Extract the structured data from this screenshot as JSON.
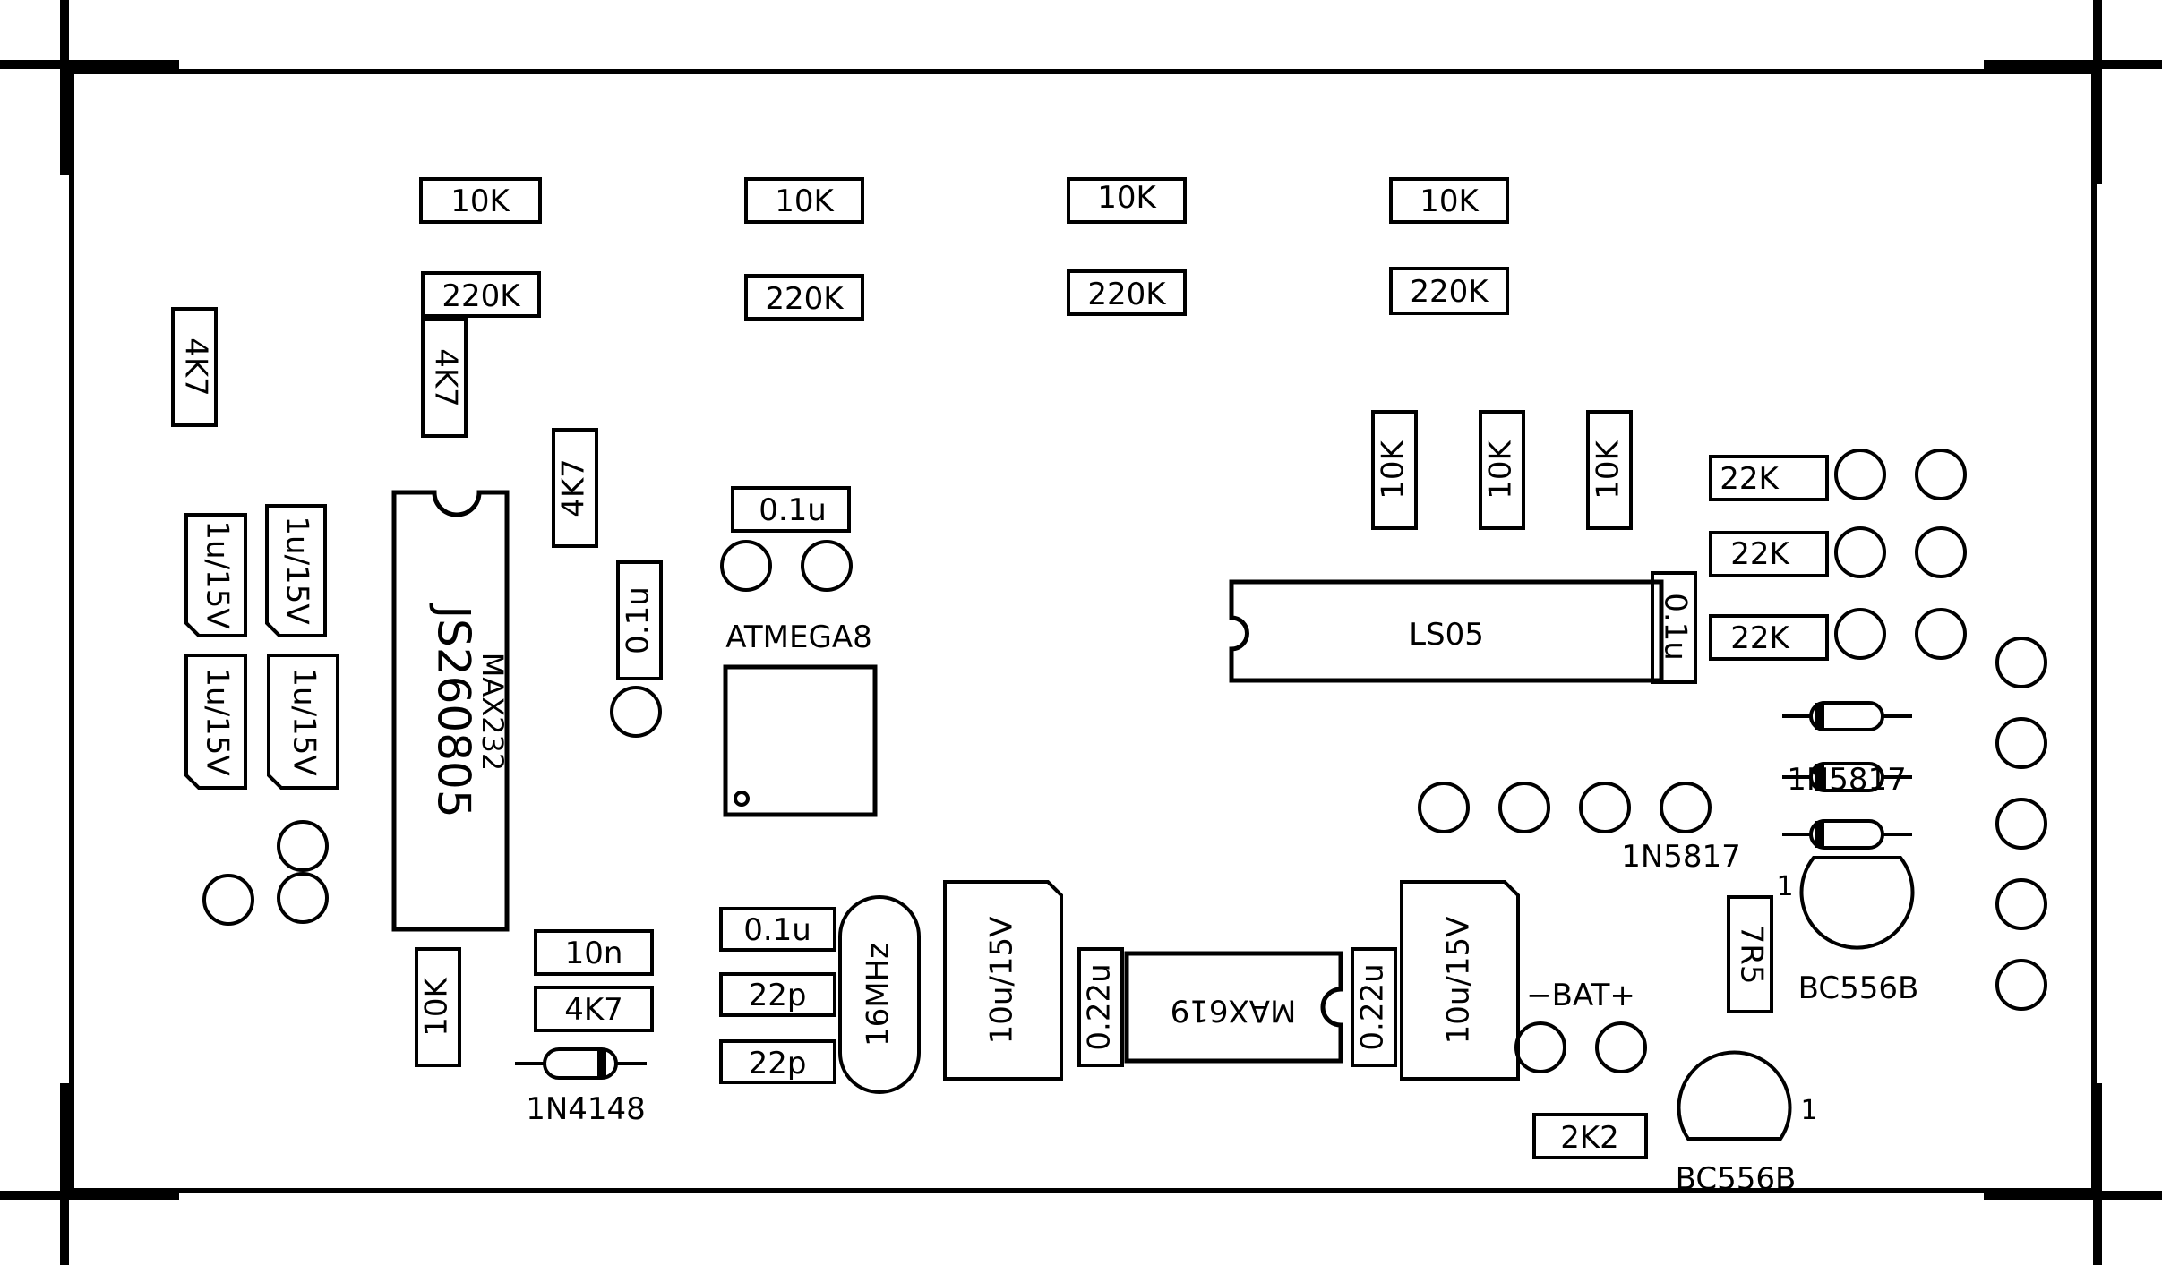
{
  "colors": {
    "ink": "#000000",
    "background": "#ffffff"
  },
  "labels": {
    "r10k_a": "10K",
    "r10k_b": "10K",
    "r10k_c": "10K",
    "r10k_d": "10K",
    "r220k_a": "220K",
    "r220k_b": "220K",
    "r220k_c": "220K",
    "r220k_d": "220K",
    "r4k7_a": "4K7",
    "r4k7_b": "4K7",
    "r4k7_c": "4K7",
    "r4k7_d": "4K7",
    "c01u_a": "0.1u",
    "c01u_b": "0.1u",
    "c01u_c": "0.1u",
    "c01u_d": "0.1u",
    "c1u_a": "1u/15V",
    "c1u_b": "1u/15V",
    "c1u_c": "1u/15V",
    "c1u_d": "1u/15V",
    "ic_max232_chip": "JS260805",
    "ic_max232": "MAX232",
    "ic_atmega8": "ATMEGA8",
    "ic_ls05": "LS05",
    "r10k_v1": "10K",
    "r10k_v2": "10K",
    "r10k_v3": "10K",
    "r10k_v4": "10K",
    "r22k_a": "22K",
    "r22k_b": "22K",
    "r22k_c": "22K",
    "d1n5817_a": "1N5817",
    "d1n5817_b": "1N5817",
    "c10n": "10n",
    "d1n4148": "1N4148",
    "c22p_a": "22p",
    "c22p_b": "22p",
    "xtal": "16MHz",
    "c10u_a": "10u/15V",
    "c10u_b": "10u/15V",
    "c022u_a": "0.22u",
    "c022u_b": "0.22u",
    "ic_max619": "MAX619",
    "battery": "−BAT+",
    "r7r5": "7R5",
    "q_a": "BC556B",
    "q_b": "BC556B",
    "pin1_a": "1",
    "pin1_b": "1",
    "r2k2": "2K2"
  }
}
